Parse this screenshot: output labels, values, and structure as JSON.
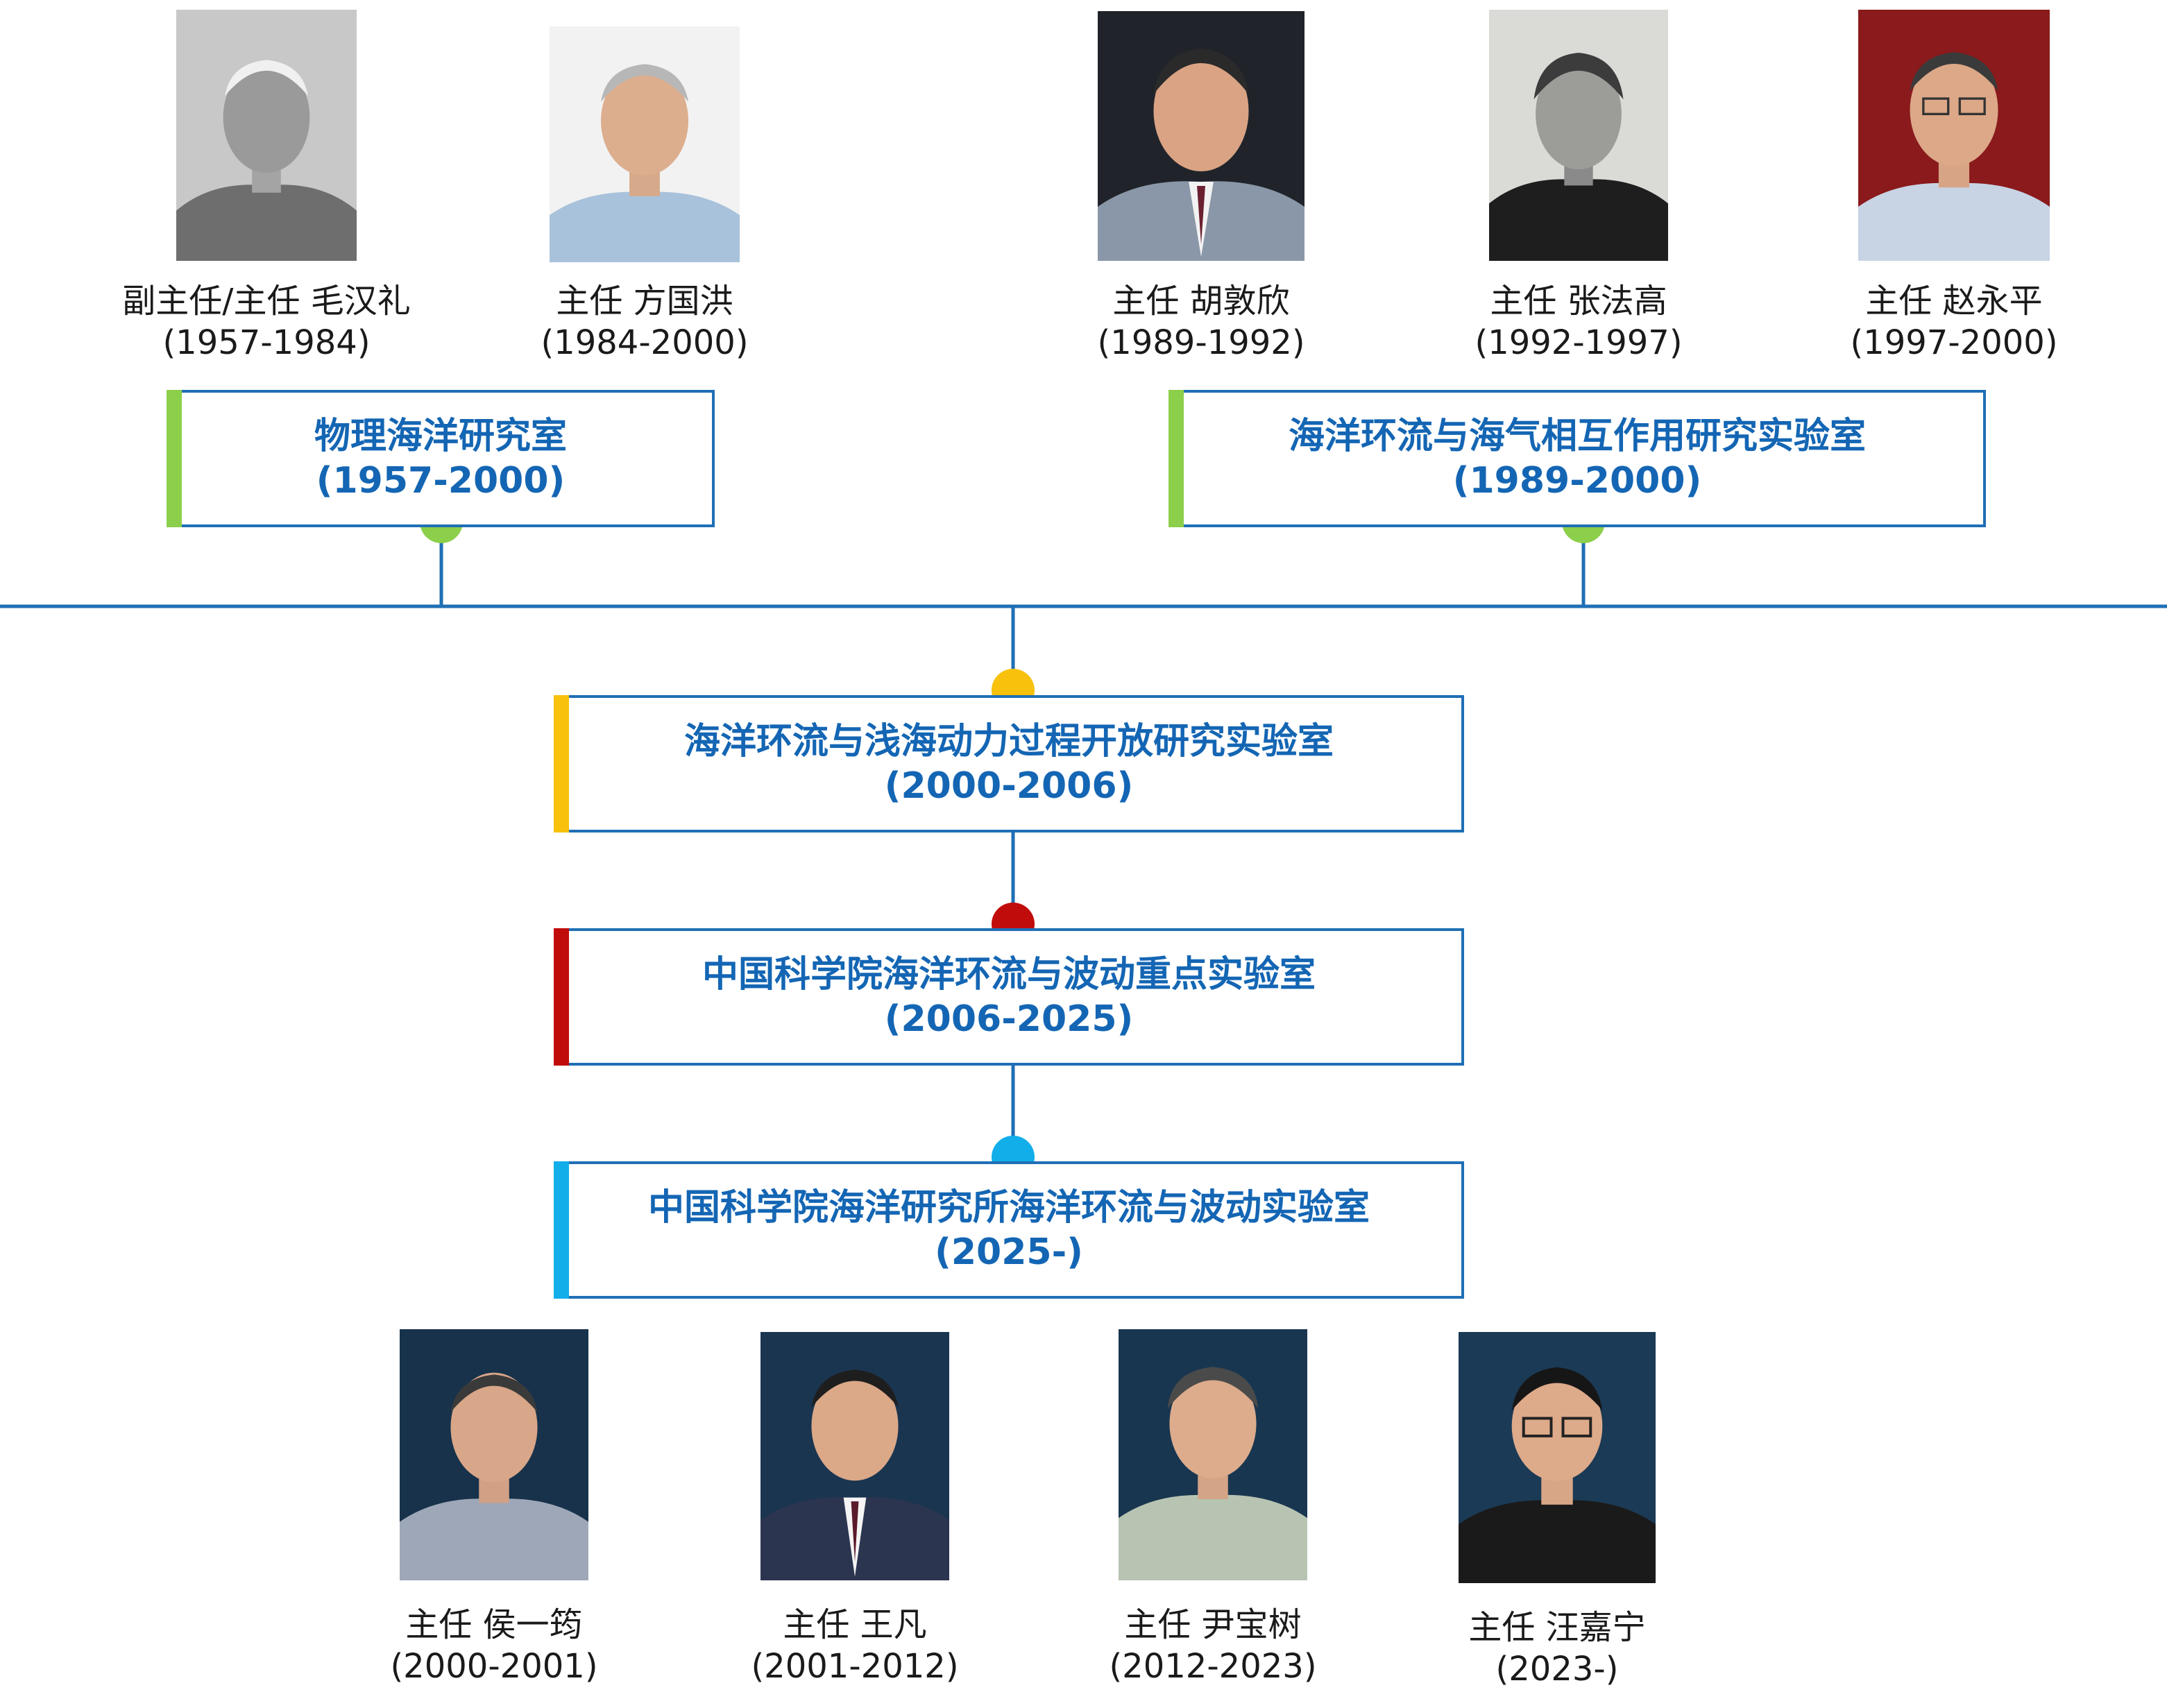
{
  "colors": {
    "line": "#1f6fb5",
    "text_blue": "#1466b4",
    "green": "#8ccf4a",
    "yellow": "#f7c10c",
    "red": "#c10c0c",
    "cyan": "#12aeea"
  },
  "top_people": [
    {
      "title": "副主任/主任 毛汉礼",
      "period": "(1957-1984)"
    },
    {
      "title": "主任 方国洪",
      "period": "(1984-2000)"
    },
    {
      "title": "主任 胡敦欣",
      "period": "(1989-1992)"
    },
    {
      "title": "主任 张法高",
      "period": "(1992-1997)"
    },
    {
      "title": "主任 赵永平",
      "period": "(1997-2000)"
    }
  ],
  "labs": [
    {
      "name": "物理海洋研究室",
      "period": "(1957-2000)",
      "accent": "#8ccf4a"
    },
    {
      "name": "海洋环流与海气相互作用研究实验室",
      "period": "(1989-2000)",
      "accent": "#8ccf4a"
    },
    {
      "name": "海洋环流与浅海动力过程开放研究实验室",
      "period": "(2000-2006)",
      "accent": "#f7c10c"
    },
    {
      "name": "中国科学院海洋环流与波动重点实验室",
      "period": "(2006-2025)",
      "accent": "#c10c0c"
    },
    {
      "name": "中国科学院海洋研究所海洋环流与波动实验室",
      "period": "(2025-)",
      "accent": "#12aeea"
    }
  ],
  "bottom_people": [
    {
      "title": "主任 侯一筠",
      "period": "(2000-2001)"
    },
    {
      "title": "主任 王凡",
      "period": "(2001-2012)"
    },
    {
      "title": "主任 尹宝树",
      "period": "(2012-2023)"
    },
    {
      "title": "主任 汪嘉宁",
      "period": "(2023-)"
    }
  ]
}
